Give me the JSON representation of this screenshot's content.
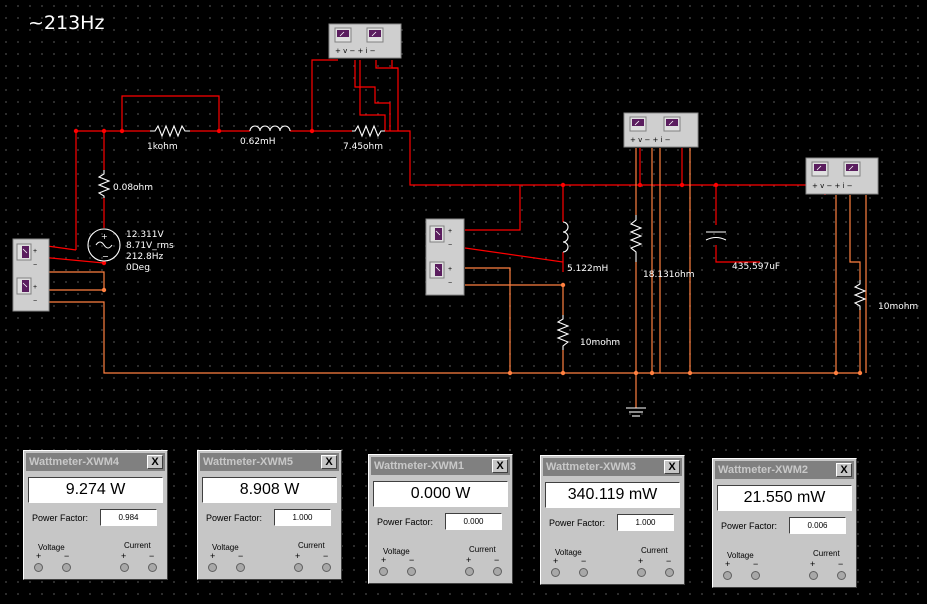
{
  "freq_label": "~213Hz",
  "components": {
    "r1": "1kohm",
    "l1": "0.62mH",
    "r2": "7.45ohm",
    "r_source": "0.08ohm",
    "source_v": "12.311V",
    "source_rms": "8.71V_rms",
    "source_freq": "212.8Hz",
    "source_phase": "0Deg",
    "l2": "5.122mH",
    "r_shunt1": "10mohm",
    "r_load": "18.131ohm",
    "cap": "435.597uF",
    "r_shunt2": "10mohm"
  },
  "wattmeters": [
    {
      "title": "Wattmeter-XWM4",
      "reading": "9.274 W",
      "power_factor": "0.984"
    },
    {
      "title": "Wattmeter-XWM5",
      "reading": "8.908 W",
      "power_factor": "1.000"
    },
    {
      "title": "Wattmeter-XWM1",
      "reading": "0.000 W",
      "power_factor": "0.000"
    },
    {
      "title": "Wattmeter-XWM3",
      "reading": "340.119 mW",
      "power_factor": "1.000"
    },
    {
      "title": "Wattmeter-XWM2",
      "reading": "21.550 mW",
      "power_factor": "0.006"
    }
  ],
  "labels": {
    "power_factor": "Power Factor:",
    "voltage": "Voltage",
    "current": "Current",
    "plus": "+",
    "minus": "−",
    "close": "X"
  },
  "colors": {
    "wire_red": "#ff0000",
    "wire_orange": "#ff8040",
    "background": "#000000",
    "panel": "#c6c6c6"
  }
}
